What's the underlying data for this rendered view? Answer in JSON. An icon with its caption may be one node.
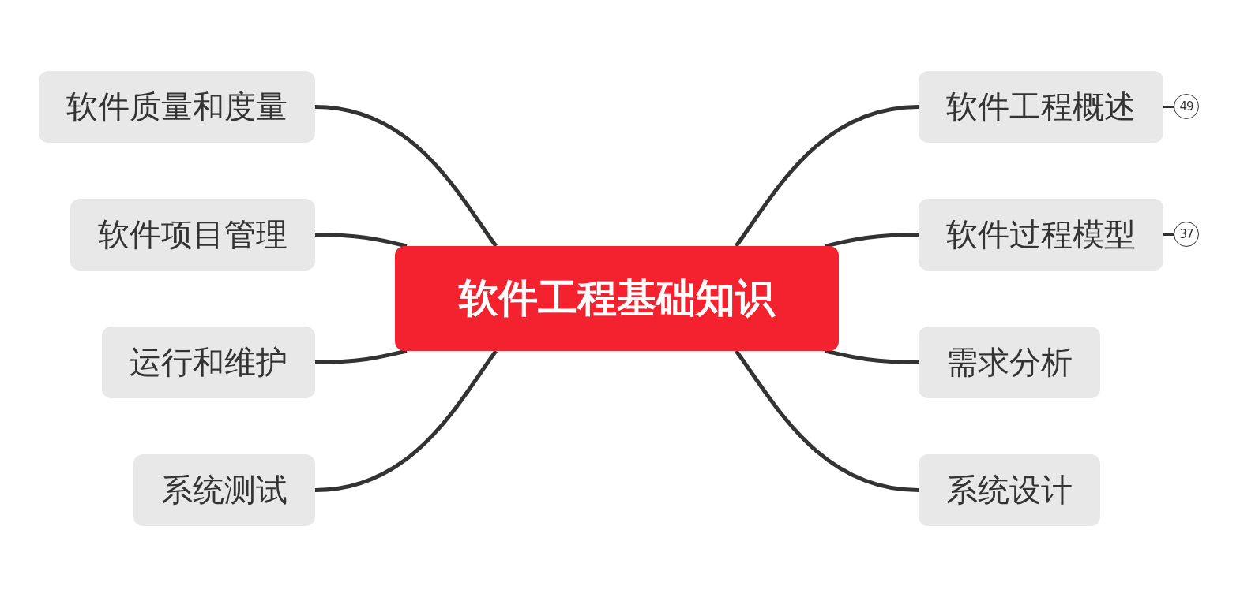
{
  "diagram": {
    "nodes": [
      {
        "text": [
          "软件工程基础知识"
        ]
      },
      {
        "text": [
          "软件工程概述"
        ]
      },
      {
        "text": [
          "49"
        ]
      },
      {
        "text": [
          "软件过程模型"
        ]
      },
      {
        "text": [
          "37"
        ]
      },
      {
        "text": [
          "需求分析"
        ]
      },
      {
        "text": [
          "系统设计"
        ]
      },
      {
        "text": [
          "软件质量和度量"
        ]
      },
      {
        "text": [
          "软件项目管理"
        ]
      },
      {
        "text": [
          "运行和维护"
        ]
      },
      {
        "text": [
          "系统测试"
        ]
      }
    ],
    "edges": [
      {
        "from": 0,
        "to": 1,
        "arrow": "none"
      },
      {
        "from": 1,
        "to": 2,
        "arrow": "none"
      },
      {
        "from": 0,
        "to": 3,
        "arrow": "none"
      },
      {
        "from": 3,
        "to": 4,
        "arrow": "none"
      },
      {
        "from": 0,
        "to": 5,
        "arrow": "none"
      },
      {
        "from": 0,
        "to": 6,
        "arrow": "none"
      },
      {
        "from": 0,
        "to": 7,
        "arrow": "none"
      },
      {
        "from": 0,
        "to": 8,
        "arrow": "none"
      },
      {
        "from": 0,
        "to": 9,
        "arrow": "none"
      },
      {
        "from": 0,
        "to": 10,
        "arrow": "none"
      }
    ]
  }
}
